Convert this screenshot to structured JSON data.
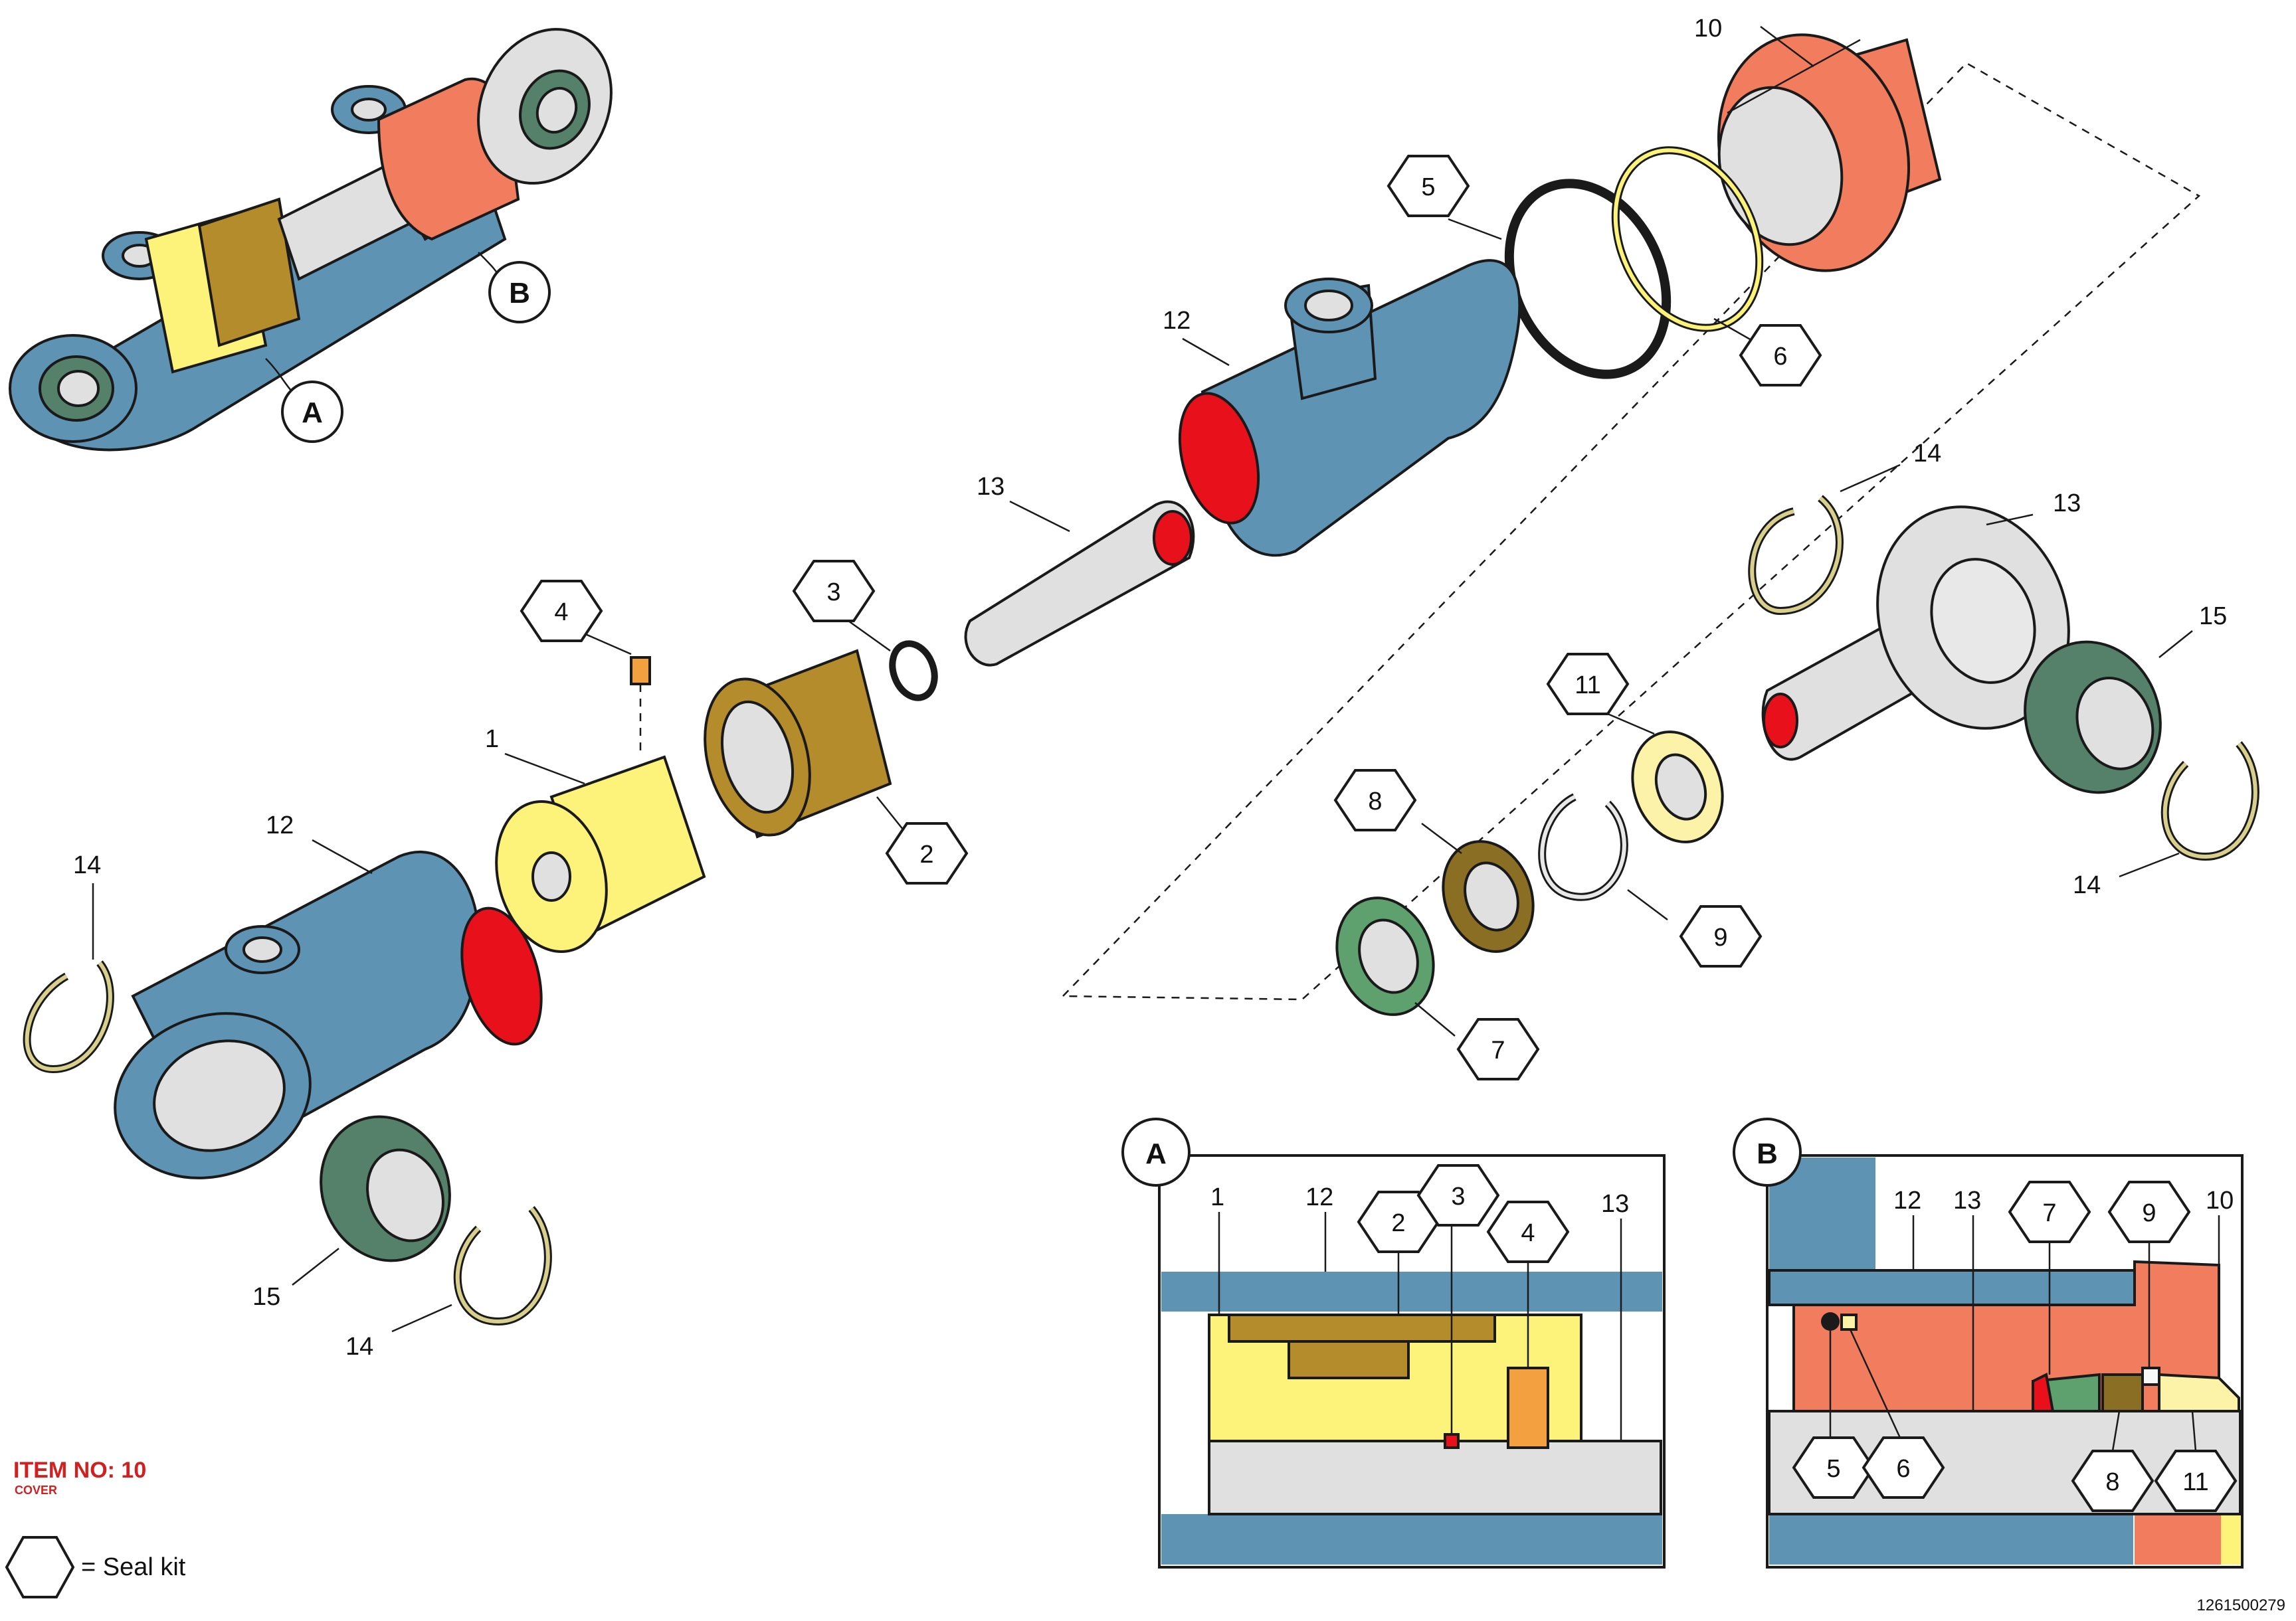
{
  "colors": {
    "barrel_blue": "#5e93b3",
    "cover_orange": "#f27d5e",
    "piston_yellow": "#fdf37a",
    "bronze": "#b58c2b",
    "seal_green": "#5ea06e",
    "bushing_green": "#55806a",
    "rod_grey": "#e0e0e0",
    "wiper_brown": "#8a6e24",
    "ring_tan": "#d8cf8e",
    "cut_red": "#e8101a",
    "bolt_orange": "#f2a040"
  },
  "views": {
    "detail_a_label": "A",
    "detail_b_label": "B"
  },
  "labels": {
    "l10": "10",
    "l12_top": "12",
    "l13_rod": "13",
    "l14_right_top": "14",
    "l13_eye": "13",
    "l15_right": "15",
    "l14_right_bottom": "14",
    "l1": "1",
    "l12_barrel": "12",
    "l14_left": "14",
    "l15_left": "15",
    "l14_left_bottom": "14"
  },
  "hex_labels": {
    "h5": "5",
    "h6": "6",
    "h3": "3",
    "h4": "4",
    "h2": "2",
    "h11": "11",
    "h8": "8",
    "h9": "9",
    "h7": "7"
  },
  "detail_a": {
    "label": "A",
    "labels": [
      "1",
      "12",
      "2",
      "3",
      "4",
      "13"
    ]
  },
  "detail_b": {
    "label": "B",
    "labels": [
      "12",
      "13",
      "7",
      "9",
      "10",
      "5",
      "6",
      "8",
      "11"
    ]
  },
  "item": {
    "number_text": "ITEM NO: 10",
    "name": "COVER"
  },
  "legend": {
    "text": "= Seal kit"
  },
  "document_id": "1261500279"
}
